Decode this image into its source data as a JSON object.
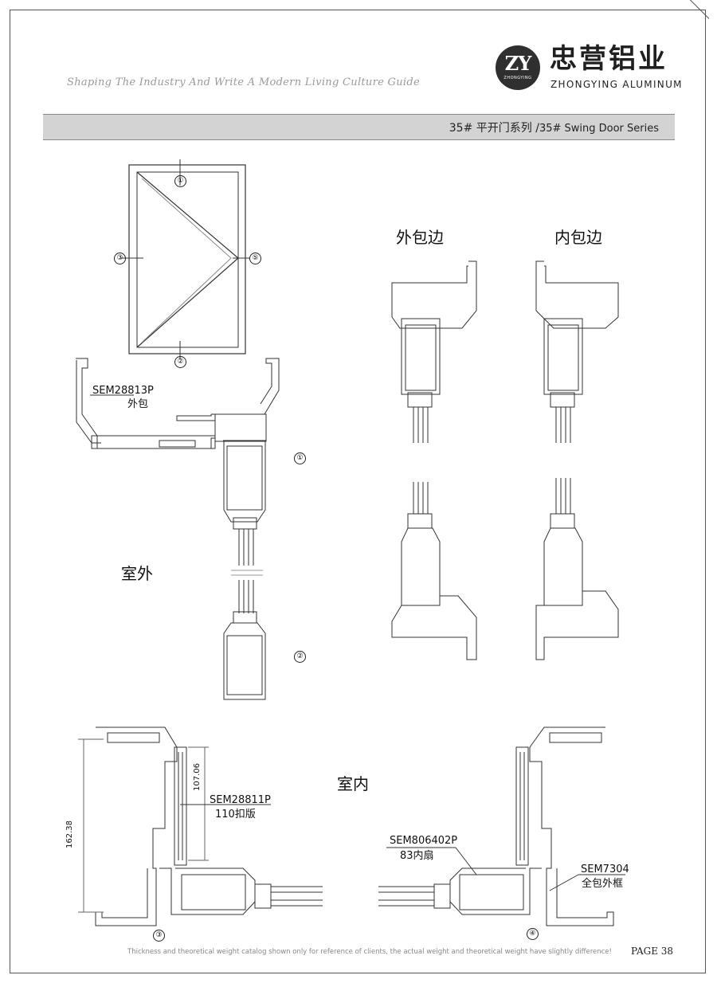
{
  "header": {
    "tagline": "Shaping The Industry And Write A Modern Living Culture Guide",
    "logo_monogram": "ZY",
    "logo_small_text": "ZHONGYING",
    "brand_cn": "忠营铝业",
    "brand_en": "ZHONGYING ALUMINUM",
    "series_cn": "35# 平开门系列 /",
    "series_en": "35# Swing Door Series"
  },
  "elevation": {
    "markers": [
      "①",
      "②",
      "③",
      "⑤"
    ]
  },
  "sections": {
    "outer_wrap_title": "外包边",
    "inner_wrap_title": "内包边",
    "outdoor_label": "室外",
    "indoor_label": "室内",
    "marker_1": "①",
    "marker_2": "②",
    "marker_3": "③",
    "marker_4": "④"
  },
  "parts": [
    {
      "code": "SEM28813P",
      "desc": "外包"
    },
    {
      "code": "SEM28811P",
      "desc": "110扣版"
    },
    {
      "code": "SEM806402P",
      "desc": "83内扇"
    },
    {
      "code": "SEM7304",
      "desc": "全包外框"
    }
  ],
  "dimensions": {
    "height_total": "162.38",
    "height_inner": "107.06"
  },
  "footer": {
    "note": "Thickness and theoretical weight catalog shown only for reference of clients, the actual weight and theoretical weight have slightly difference!",
    "page": "PAGE  38"
  }
}
